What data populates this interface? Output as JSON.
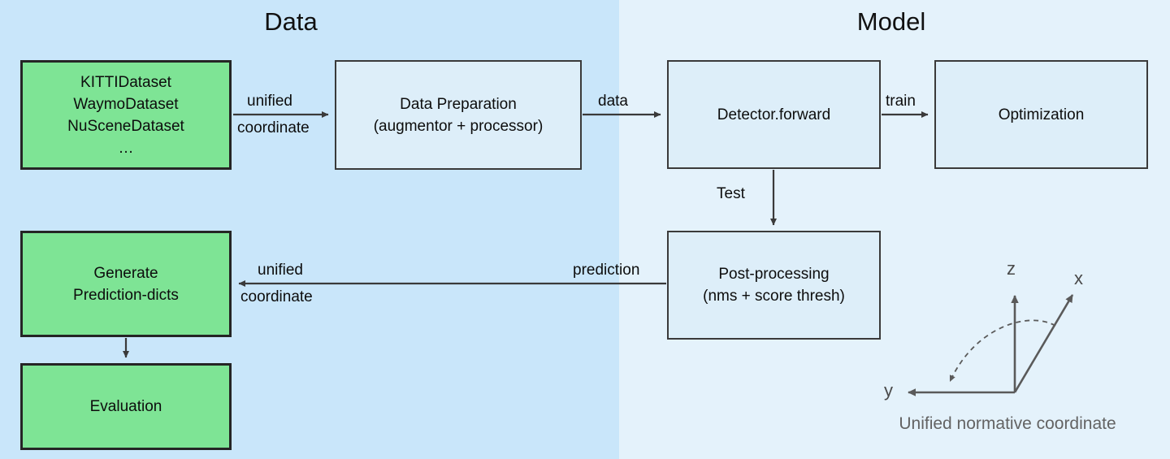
{
  "panels": [
    {
      "key": "data",
      "title": "Data"
    },
    {
      "key": "model",
      "title": "Model"
    }
  ],
  "nodes": {
    "datasets": {
      "label": "KITTIDataset\nWaymoDataset\nNuSceneDataset\n…",
      "fill": "#7ee495"
    },
    "dataprep": {
      "label": "Data Preparation\n(augmentor + processor)",
      "fill": "#ddeef9"
    },
    "detector": {
      "label": "Detector.forward",
      "fill": "#ddeef9"
    },
    "optimization": {
      "label": "Optimization",
      "fill": "#ddeef9"
    },
    "postprocessing": {
      "label": "Post-processing\n(nms + score thresh)",
      "fill": "#ddeef9"
    },
    "generate_prediction_dicts": {
      "label": "Generate\nPrediction-dicts",
      "fill": "#7ee495"
    },
    "evaluation": {
      "label": "Evaluation",
      "fill": "#7ee495"
    }
  },
  "edges": {
    "datasets_to_dataprep_top": "unified",
    "datasets_to_dataprep_bottom": "coordinate",
    "dataprep_to_detector": "data",
    "detector_to_optimization": "train",
    "detector_to_postprocessing": "Test",
    "postprocessing_to_generate": "prediction",
    "postprocessing_to_generate_top": "unified",
    "postprocessing_to_generate_bottom": "coordinate"
  },
  "coordinate_system": {
    "axis_x": "x",
    "axis_y": "y",
    "axis_z": "z",
    "caption": "Unified normative coordinate"
  },
  "colors": {
    "panel_data_bg": "#c9e6fa",
    "panel_model_bg": "#e4f2fb",
    "green_fill": "#7ee495",
    "blue_fill": "#ddeef9",
    "stroke_dark": "#252525",
    "stroke_box": "#3a3a3a",
    "coord_gray": "#636363"
  }
}
